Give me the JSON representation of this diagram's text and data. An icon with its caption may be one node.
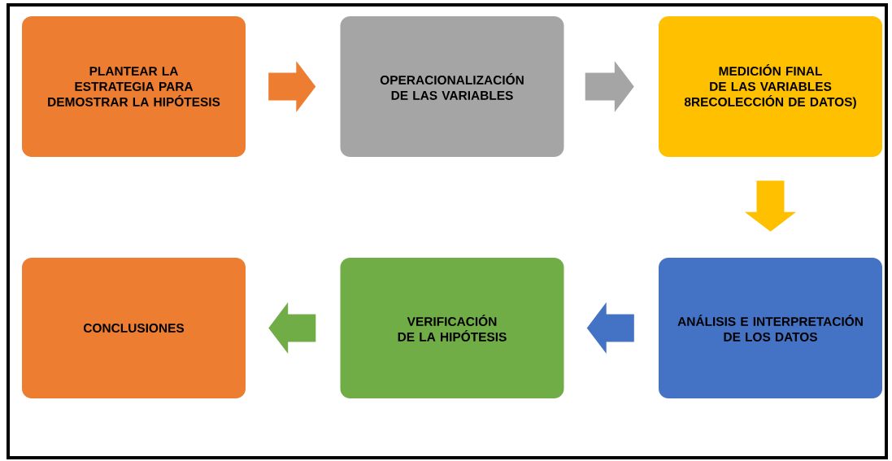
{
  "diagram": {
    "nodes": [
      {
        "text": [
          "PLANTEAR LA ESTRATEGIA PARA DEMOSTRAR LA HIPÓTESIS"
        ]
      },
      {
        "text": [
          "OPERACIONALIZACIÓN DE LAS VARIABLES"
        ]
      },
      {
        "text": [
          "MEDICIÓN FINAL DE LAS VARIABLES 8RECOLECCIÓN DE DATOS)"
        ]
      },
      {
        "text": [
          "ANÁLISIS E INTERPRETACIÓN DE LOS DATOS"
        ]
      },
      {
        "text": [
          "VERIFICACIÓN DE LA HIPÓTESIS"
        ]
      },
      {
        "text": [
          "CONCLUSIONES"
        ]
      }
    ],
    "edges": [
      {
        "from": 0,
        "to": 1,
        "arrow": "to",
        "color": "#ed7d31"
      },
      {
        "from": 1,
        "to": 2,
        "arrow": "to",
        "color": "#a5a5a5"
      },
      {
        "from": 2,
        "to": 3,
        "arrow": "to",
        "color": "#ffc000"
      },
      {
        "from": 3,
        "to": 4,
        "arrow": "to",
        "color": "#4472c4"
      },
      {
        "from": 4,
        "to": 5,
        "arrow": "to",
        "color": "#70ad47"
      }
    ]
  }
}
